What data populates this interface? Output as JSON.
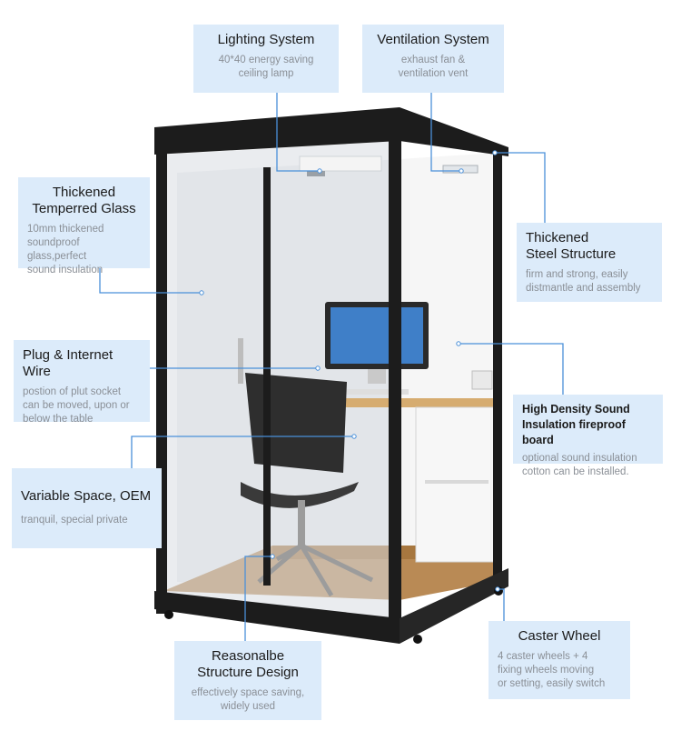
{
  "callouts": {
    "lighting": {
      "title": "Lighting System",
      "desc": "40*40 energy saving\nceiling lamp"
    },
    "ventilation": {
      "title": "Ventilation System",
      "desc": "exhaust fan &\nventilation vent"
    },
    "glass": {
      "title": "Thickened\nTemperred Glass",
      "desc": "10mm thickened\nsoundproof glass,perfect\nsound insulation"
    },
    "steel": {
      "title": "Thickened\nSteel Structure",
      "desc": "firm and strong, easily\ndistmantle and assembly"
    },
    "plug": {
      "title": "Plug & Internet Wire",
      "desc": "postion of plut socket\ncan be moved, upon or\nbelow the table"
    },
    "insulation": {
      "title": "High Density Sound\nInsulation fireproof board",
      "desc": "optional sound insulation\ncotton can be installed."
    },
    "space": {
      "title": "Variable Space, OEM",
      "desc": "tranquil, special private"
    },
    "structure": {
      "title": "Reasonalbe\nStructure Design",
      "desc": "effectively space saving,\nwidely used"
    },
    "caster": {
      "title": "Caster Wheel",
      "desc": "4 caster wheels + 4\nfixing wheels moving\nor setting, easily switch"
    }
  },
  "colors": {
    "callout_bg": "#dcebfa",
    "leader": "#4a90d9",
    "frame": "#1c1c1c"
  }
}
